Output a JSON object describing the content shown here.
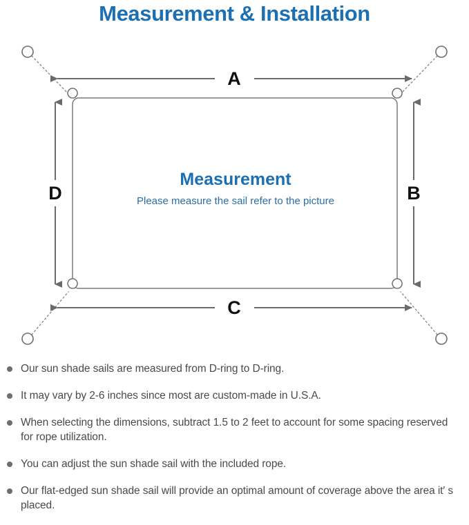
{
  "header": {
    "title": "Measurement & Installation"
  },
  "diagram": {
    "center_title": "Measurement",
    "center_subtitle": "Please measure the sail refer to the picture",
    "dimension_labels": {
      "top": "A",
      "right": "B",
      "bottom": "C",
      "left": "D"
    },
    "colors": {
      "title_blue": "#1b6fb3",
      "subtitle_blue": "#2a6ea8",
      "line_gray": "#6a6a6a",
      "sail_outline": "#7a7a7a",
      "letter_black": "#111111",
      "bullet_gray": "#6e6e6e",
      "note_text": "#4a4a4a"
    },
    "parts": {
      "anchor_point": "anchor-circle",
      "d_ring": "d-ring",
      "rope": "dotted-rope-line",
      "dimension_arrow": "double-headed-arrow",
      "sail": "shade-sail-rectangle"
    }
  },
  "notes": [
    "Our sun shade sails are measured from D-ring to D-ring.",
    "It may vary by 2-6 inches since most are custom-made in U.S.A.",
    "When selecting the dimensions, subtract 1.5 to 2 feet to account for some spacing reserved for rope utilization.",
    "You can adjust the sun shade sail with the included rope.",
    "Our flat-edged sun shade sail will provide an optimal amount of coverage above the area it′ s placed."
  ]
}
